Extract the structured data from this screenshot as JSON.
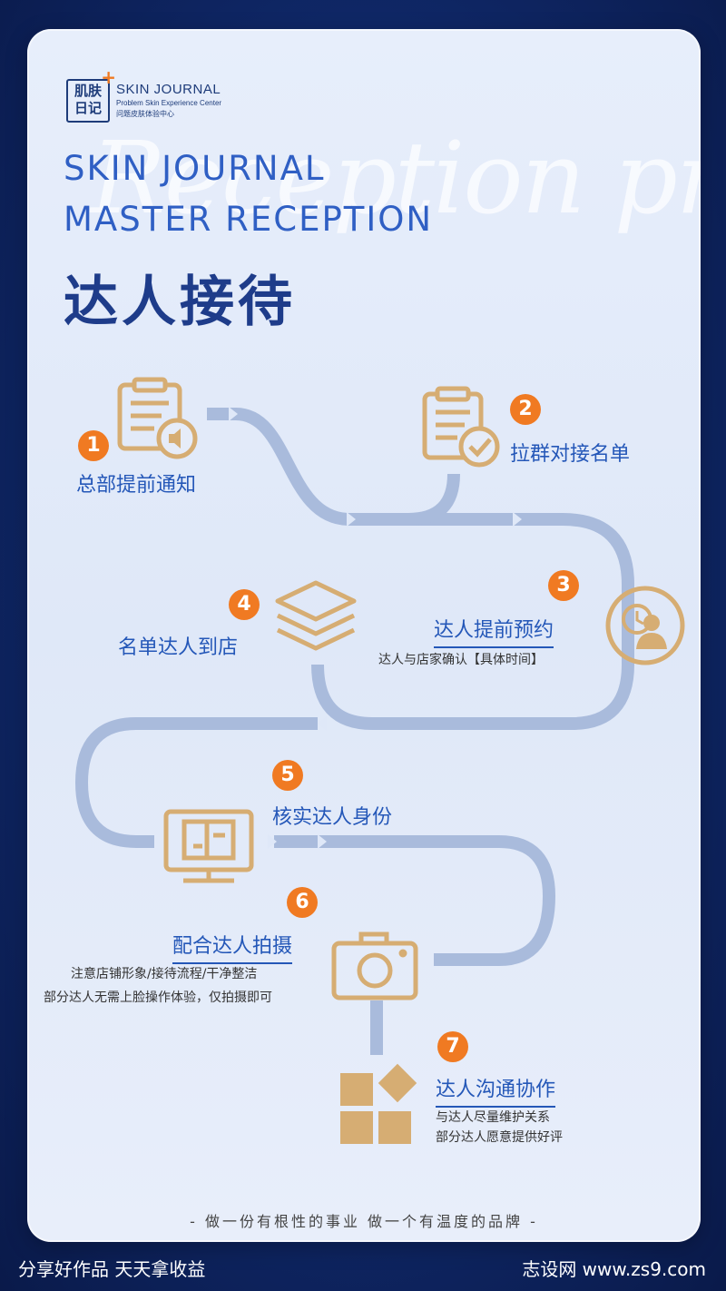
{
  "brand": {
    "logo_chars": "肌肤日记",
    "name": "SKIN JOURNAL",
    "subtitle_en": "Problem Skin Experience Center",
    "subtitle_cn": "问题皮肤体验中心"
  },
  "header": {
    "title_en_line1": "SKIN JOURNAL",
    "title_en_line2": "MASTER RECEPTION",
    "title_cn": "达人接待",
    "script_text": "Reception process"
  },
  "steps": [
    {
      "num": "1",
      "title": "总部提前通知",
      "icon": "document-speaker-icon"
    },
    {
      "num": "2",
      "title": "拉群对接名单",
      "icon": "document-check-icon"
    },
    {
      "num": "3",
      "title": "达人提前预约",
      "detail": "达人与店家确认【具体时间】",
      "icon": "clock-user-icon"
    },
    {
      "num": "4",
      "title": "名单达人到店",
      "icon": "layers-icon"
    },
    {
      "num": "5",
      "title": "核实达人身份",
      "icon": "monitor-icon"
    },
    {
      "num": "6",
      "title": "配合达人拍摄",
      "detail_1": "注意店铺形象/接待流程/干净整洁",
      "detail_2": "部分达人无需上脸操作体验，仅拍摄即可",
      "icon": "camera-icon"
    },
    {
      "num": "7",
      "title": "达人沟通协作",
      "detail_1": "与达人尽量维护关系",
      "detail_2": "部分达人愿意提供好评",
      "icon": "blocks-icon"
    }
  ],
  "slogan": "- 做一份有根性的事业  做一个有温度的品牌 -",
  "footer": {
    "left": "分享好作品 天天拿收益",
    "right": "志设网 www.zs9.com"
  },
  "colors": {
    "accent_orange": "#f07a22",
    "title_blue": "#1e3c8a",
    "icon_gold": "#d6ad73",
    "path_blue": "#a9bbdc"
  }
}
